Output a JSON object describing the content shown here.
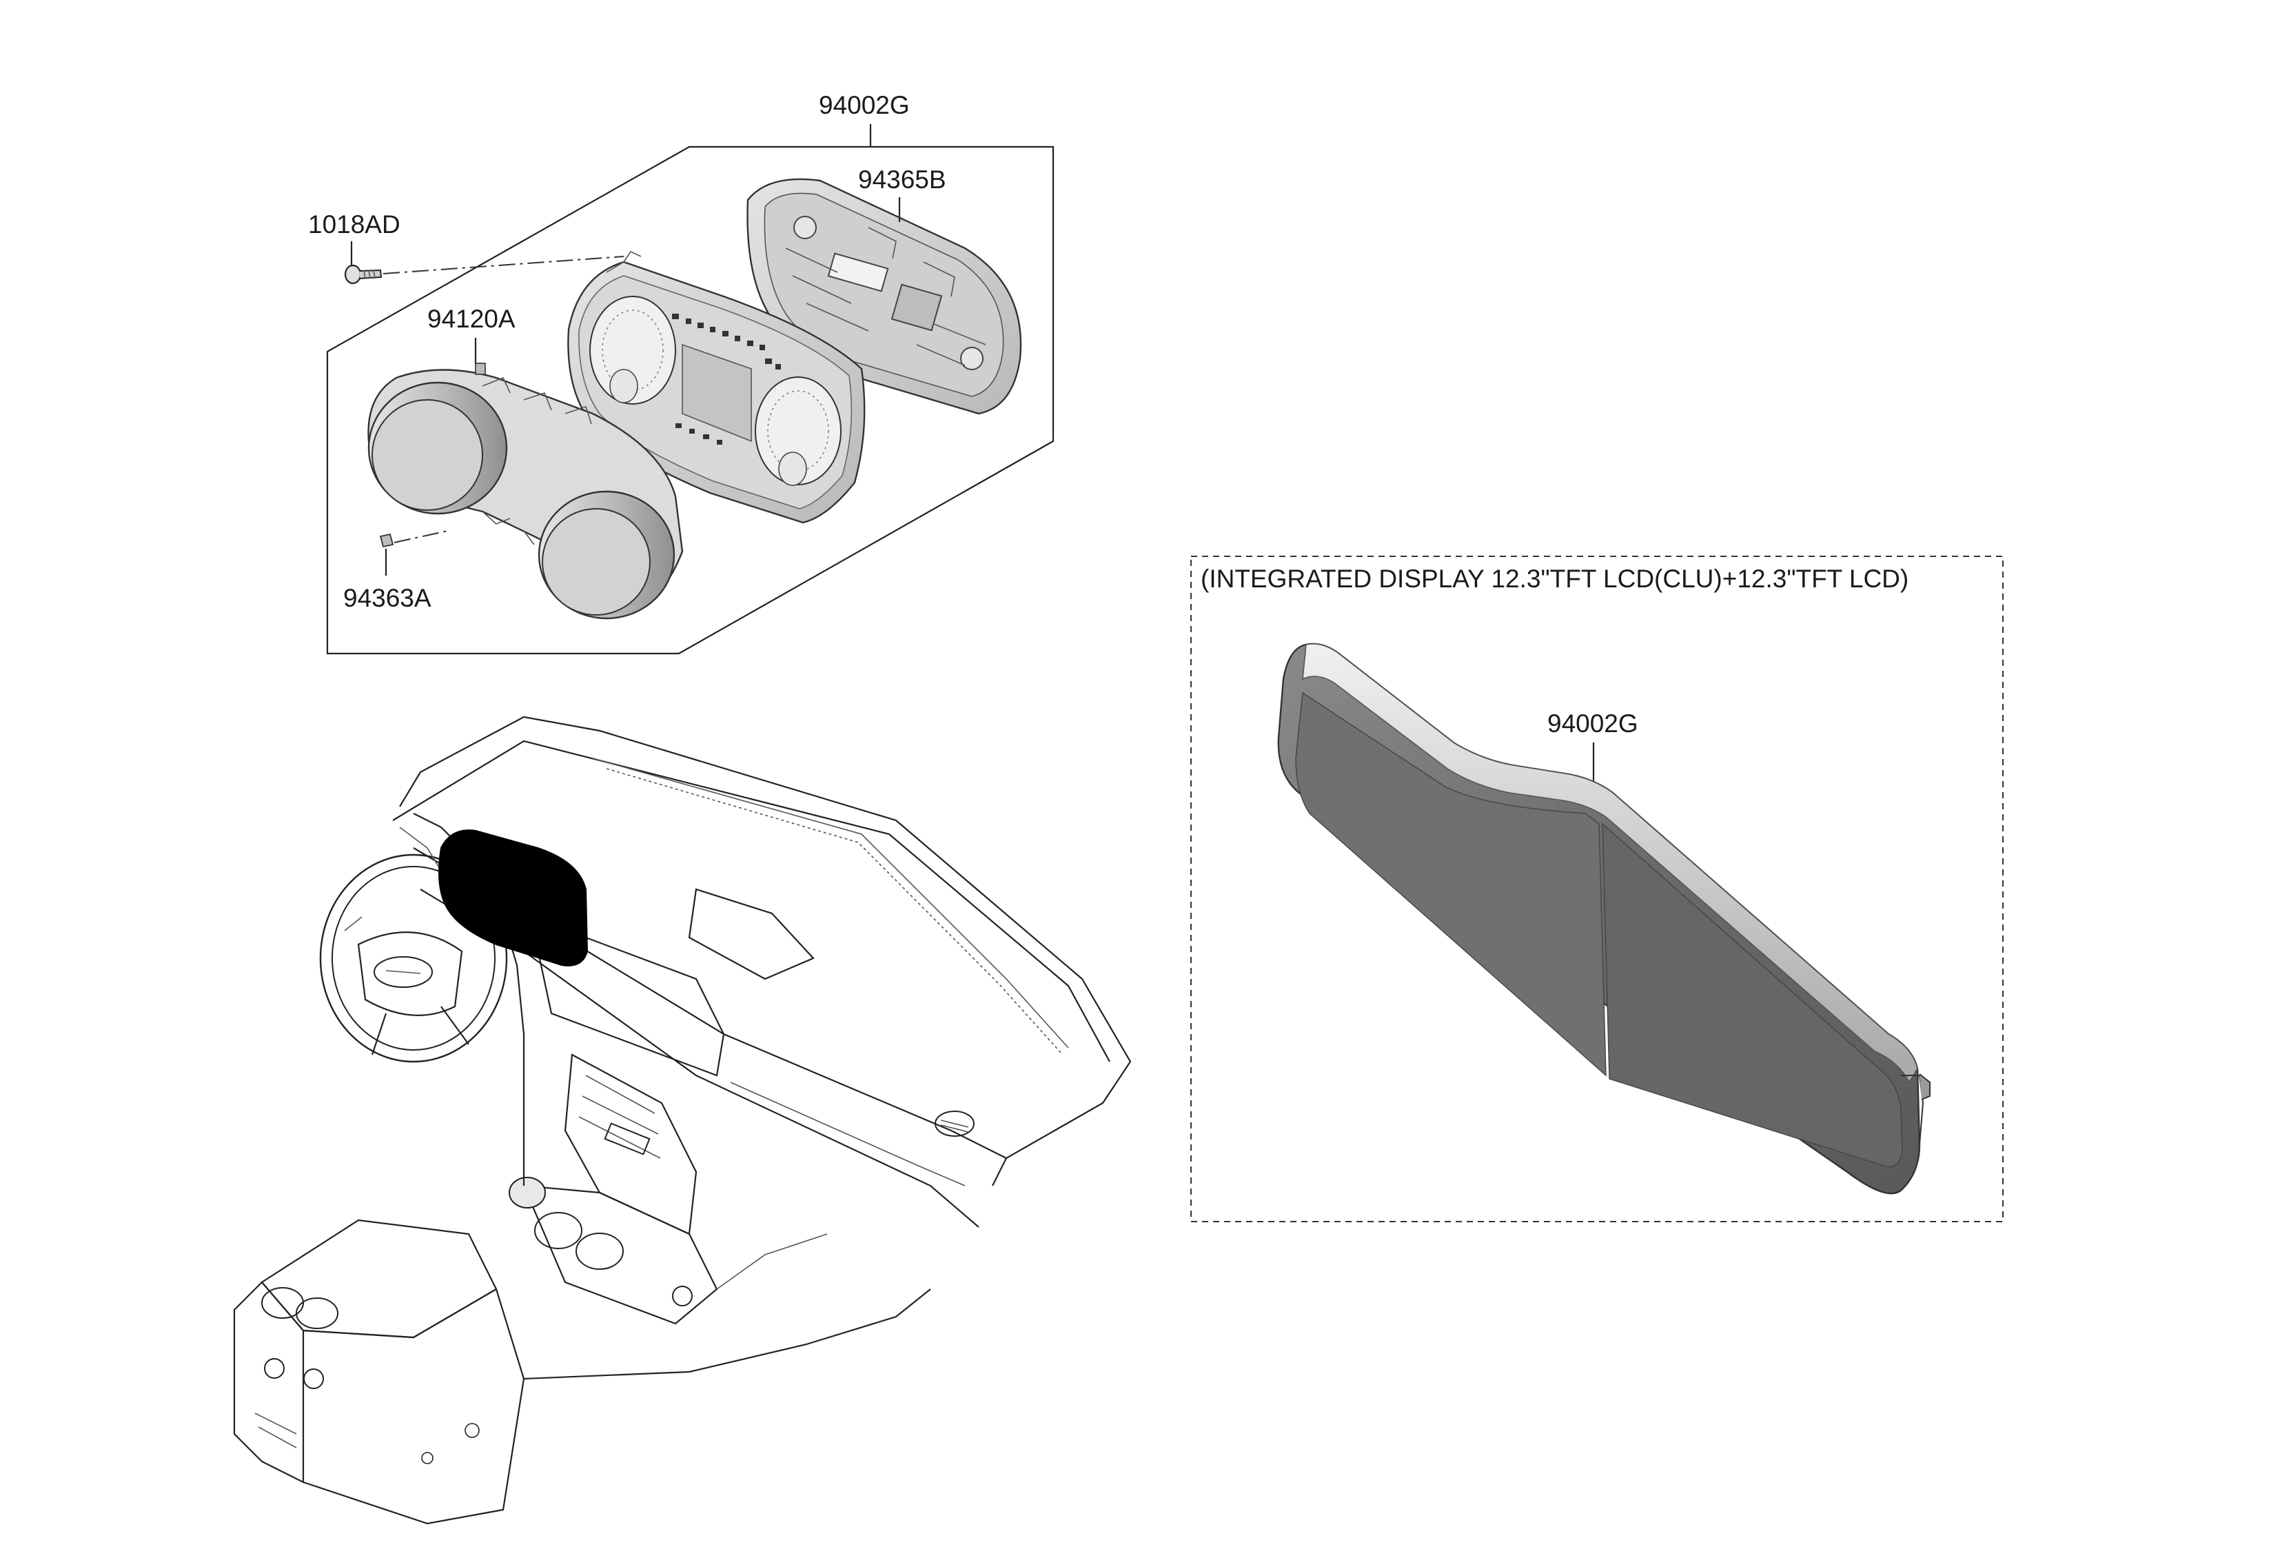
{
  "exploded_view": {
    "assembly_label": "94002G",
    "labels": {
      "bracket": "94365B",
      "screw": "1018AD",
      "cover": "94120A",
      "clip": "94363A"
    }
  },
  "integrated_view": {
    "caption": "(INTEGRATED DISPLAY 12.3\"TFT LCD(CLU)+12.3\"TFT LCD)",
    "label": "94002G"
  },
  "colors": {
    "line": "#222222",
    "part_fill": "#d6d6d6",
    "cluster_highlight": "#000000",
    "display_dark": "#6e6e6e",
    "display_light": "#bdbdbd"
  }
}
